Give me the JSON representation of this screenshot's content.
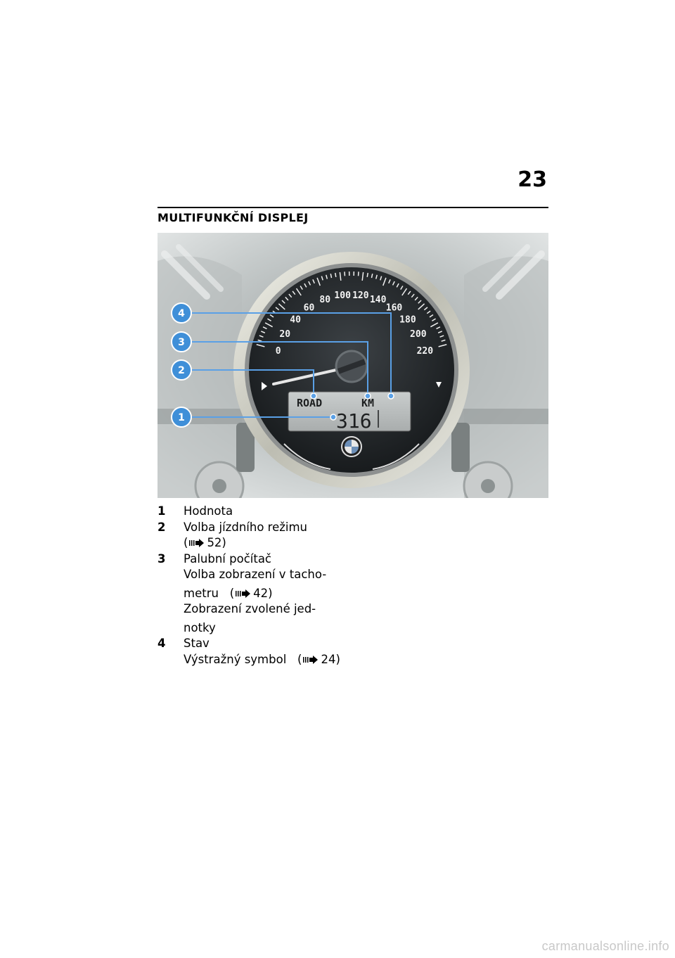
{
  "page": {
    "number": "23",
    "section_title": "MULTIFUNKČNÍ DISPLEJ"
  },
  "figure": {
    "speedo_ticks": [
      "0",
      "20",
      "40",
      "60",
      "80",
      "100",
      "120",
      "140",
      "160",
      "180",
      "200",
      "220"
    ],
    "display_mode": "ROAD",
    "display_unit": "KM",
    "display_value": "316",
    "callouts": [
      "1",
      "2",
      "3",
      "4"
    ]
  },
  "legend": [
    {
      "num": "1",
      "lines": [
        "Hodnota"
      ]
    },
    {
      "num": "2",
      "lines": [
        "Volba jízdního režimu"
      ],
      "ref": {
        "prefix": "(",
        "page": "52)"
      }
    },
    {
      "num": "3",
      "lines": [
        "Palubní počítač",
        "Volba zobrazení v tacho-"
      ],
      "ref_line": {
        "text": "metru",
        "prefix": "(",
        "page": "42)"
      },
      "tail": [
        "Zobrazení zvolené jed-",
        "notky"
      ]
    },
    {
      "num": "4",
      "lines": [
        "Stav"
      ],
      "ref_line": {
        "text": "Výstražný symbol",
        "prefix": "(",
        "page": "24)"
      }
    }
  ],
  "watermark": "carmanualsonline.info"
}
